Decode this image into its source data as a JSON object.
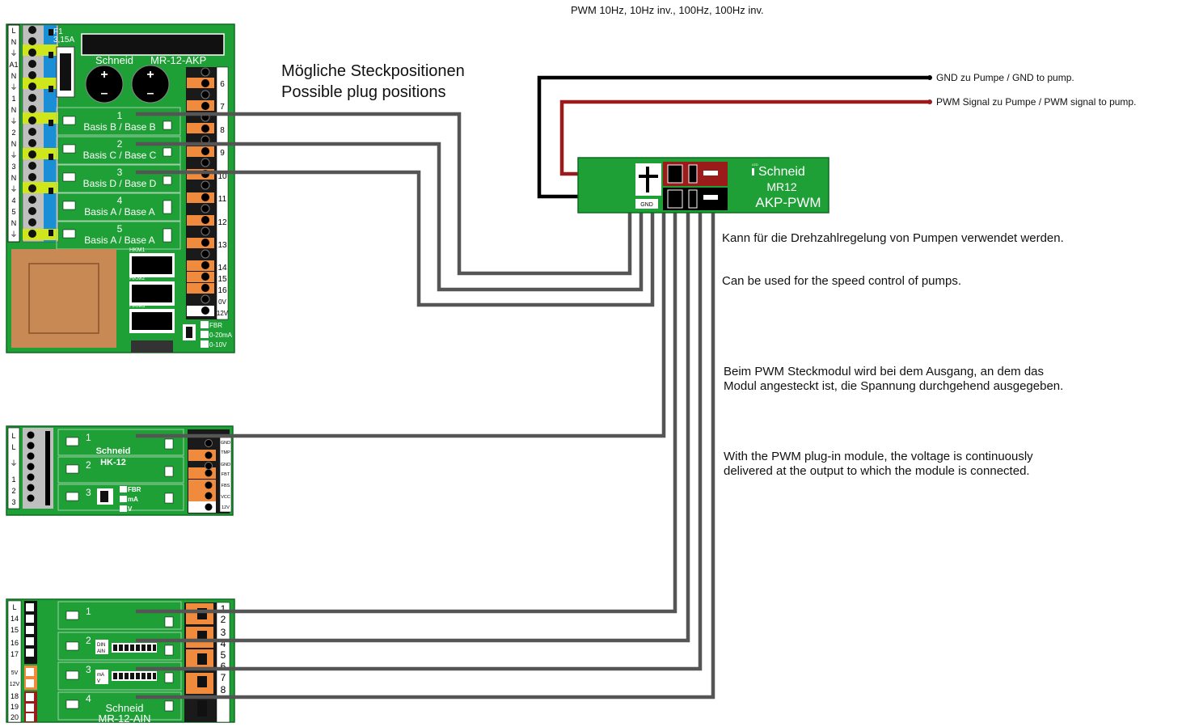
{
  "header": "PWM 10Hz, 10Hz inv., 100Hz, 100Hz inv.",
  "plug_title": [
    "Mögliche Steckpositionen",
    "Possible plug positions"
  ],
  "wires": {
    "gnd_label": "GND zu Pumpe / GND to pump.",
    "pwm_label": "PWM Signal zu Pumpe / PWM signal to pump."
  },
  "notes": {
    "de_usage": "Kann für die Drehzahlregelung von Pumpen verwendet werden.",
    "en_usage": "Can be used for the speed control of pumps.",
    "de_output": [
      "Beim PWM Steckmodul wird bei dem Ausgang, an dem das",
      "Modul angesteckt ist, die Spannung durchgehend ausgegeben."
    ],
    "en_output": [
      "With the PWM plug-in module, the voltage is continuously",
      "delivered at the output to which the module is connected."
    ]
  },
  "module": {
    "brand": "Schneid",
    "model": "MR12",
    "type": "AKP-PWM",
    "gnd": "GND",
    "led": "LED"
  },
  "board_akp": {
    "brand": "Schneid",
    "model": "MR-12-AKP",
    "fuse": [
      "F1",
      "3,15A"
    ],
    "left_terminals": [
      "L",
      "N",
      "⏚",
      "A1",
      "N",
      "⏚",
      "1",
      "N",
      "⏚",
      "2",
      "N",
      "⏚",
      "3",
      "N",
      "⏚",
      "4",
      "5",
      "N",
      "⏚"
    ],
    "slots": [
      {
        "num": "1",
        "base": "Basis B / Base B"
      },
      {
        "num": "2",
        "base": "Basis C / Base C"
      },
      {
        "num": "3",
        "base": "Basis D / Base D"
      },
      {
        "num": "4",
        "base": "Basis A / Base A"
      },
      {
        "num": "5",
        "base": "Basis A / Base A"
      }
    ],
    "outputs": [
      "6",
      "7",
      "8",
      "9",
      "10",
      "11",
      "12",
      "13",
      "14",
      "15",
      "16",
      "0V",
      "12V"
    ],
    "hkm": [
      "HKM1",
      "HKM2",
      "HKM3"
    ],
    "switch": [
      "FBR",
      "0-20mA",
      "0-10V"
    ]
  },
  "board_hk": {
    "brand": "Schneid",
    "model": "HK-12",
    "left_terminals": [
      "L",
      "L",
      "⏚",
      "1",
      "2",
      "3"
    ],
    "slots": [
      "1",
      "2",
      "3"
    ],
    "outputs": [
      "GND",
      "TMP",
      "GND",
      "FBT",
      "FBS",
      "VCC",
      "12V"
    ],
    "switch": [
      "FBR",
      "mA",
      "V"
    ]
  },
  "board_ain": {
    "brand": "Schneid",
    "model": "MR-12-AIN",
    "left_terminals": [
      "L",
      "14",
      "15",
      "16",
      "17",
      "5V",
      "12V",
      "18",
      "19",
      "20"
    ],
    "slots": [
      "1",
      "2",
      "3",
      "4"
    ],
    "outputs": [
      "1",
      "2",
      "3",
      "4",
      "5",
      "6",
      "7",
      "8"
    ],
    "dip_labels": [
      [
        "DIN",
        "AIN"
      ],
      [
        "mA",
        "V"
      ]
    ]
  },
  "colors": {
    "board_green": "#1fa037",
    "board_outline": "#0d6a20",
    "wire_black": "#000000",
    "wire_red": "#9b1a1a",
    "signal_wire": "#555555",
    "terminal_orange": "#f08a3c",
    "terminal_blue": "#1a8fd6",
    "terminal_yellow": "#cfe61d",
    "transformer": "#c98955"
  }
}
